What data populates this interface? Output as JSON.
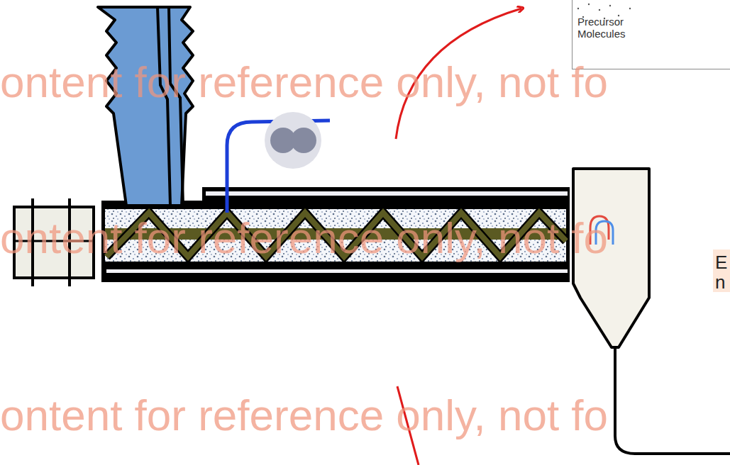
{
  "diagram": {
    "nodes": [
      {
        "text": [
          "Precursor Molecules"
        ]
      }
    ],
    "labels": [
      "ontent for reference only, not fo",
      "ontent for reference only, not fo",
      "ontent for reference only, not fo",
      "E",
      "n"
    ]
  }
}
